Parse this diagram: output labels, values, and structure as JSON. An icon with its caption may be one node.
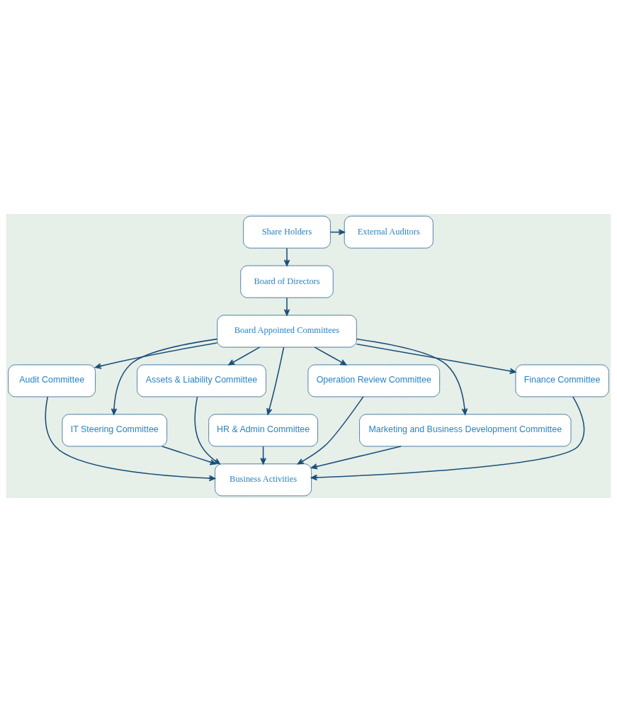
{
  "diagram": {
    "nodes": [
      {
        "text": [
          "External Auditors"
        ]
      },
      {
        "text": [
          "Share Holders"
        ]
      },
      {
        "text": [
          "Board of Directors"
        ]
      },
      {
        "text": [
          "Board Appointed Committees"
        ]
      },
      {
        "text": [
          "Audit Committee"
        ]
      },
      {
        "text": [
          "Assets & Liability Committee"
        ]
      },
      {
        "text": [
          "Operation Review Committee"
        ]
      },
      {
        "text": [
          "Finance Committee"
        ]
      },
      {
        "text": [
          "IT Steering Committee"
        ]
      },
      {
        "text": [
          "HR & Admin Committee"
        ]
      },
      {
        "text": [
          "Marketing and Business Development Committee"
        ]
      },
      {
        "text": [
          "Business Activities"
        ]
      }
    ],
    "edges": [
      {
        "from": 1,
        "to": 0,
        "arrow": "to"
      },
      {
        "from": 1,
        "to": 2,
        "arrow": "to"
      },
      {
        "from": 2,
        "to": 3,
        "arrow": "to"
      },
      {
        "from": 3,
        "to": 4,
        "arrow": "to"
      },
      {
        "from": 3,
        "to": 5,
        "arrow": "to"
      },
      {
        "from": 3,
        "to": 6,
        "arrow": "to"
      },
      {
        "from": 3,
        "to": 7,
        "arrow": "to"
      },
      {
        "from": 3,
        "to": 8,
        "arrow": "to"
      },
      {
        "from": 3,
        "to": 9,
        "arrow": "to"
      },
      {
        "from": 3,
        "to": 10,
        "arrow": "to"
      },
      {
        "from": 4,
        "to": 11,
        "arrow": "to"
      },
      {
        "from": 5,
        "to": 11,
        "arrow": "to"
      },
      {
        "from": 6,
        "to": 11,
        "arrow": "to"
      },
      {
        "from": 7,
        "to": 11,
        "arrow": "to"
      },
      {
        "from": 8,
        "to": 11,
        "arrow": "to"
      },
      {
        "from": 9,
        "to": 11,
        "arrow": "to"
      },
      {
        "from": 10,
        "to": 11,
        "arrow": "to"
      }
    ]
  }
}
